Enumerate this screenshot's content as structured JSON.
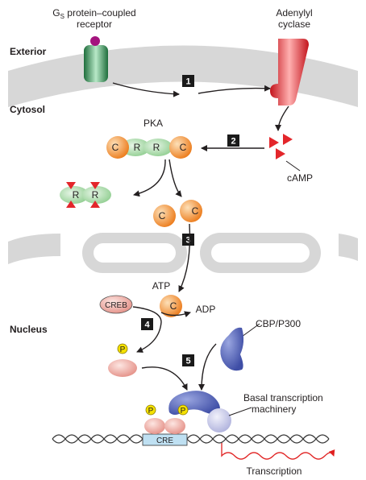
{
  "regions": {
    "exterior": "Exterior",
    "cytosol": "Cytosol",
    "nucleus": "Nucleus"
  },
  "receptor": {
    "prefix": "G",
    "subscript": "S",
    "suffix": " protein–coupled",
    "line2": "receptor"
  },
  "adenylyl_cyclase": {
    "line1": "Adenylyl",
    "line2": "cyclase"
  },
  "molecules": {
    "pka": "PKA",
    "camp": "cAMP",
    "atp": "ATP",
    "adp": "ADP",
    "creb": "CREB",
    "cbp": "CBP/P300",
    "cre": "CRE",
    "basal_line1": "Basal transcription",
    "basal_line2": "machinery",
    "transcription": "Transcription",
    "c": "C",
    "r": "R",
    "p": "P"
  },
  "steps": [
    "1",
    "2",
    "3",
    "4",
    "5"
  ],
  "colors": {
    "membrane": "#d7d7d7",
    "receptor": "#2e8b57",
    "ligand": "#a4137e",
    "cyclase": "#e01b24",
    "catalytic": "#f08a24",
    "regulatory": "#a8d8a8",
    "camp": "#e3262b",
    "creb": "#f2a9a0",
    "phosphate": "#f5e100",
    "cbp": "#5b6ab8",
    "basal": "#c7c9ea",
    "cre": "#bfe0f2",
    "transcript": "#e02020",
    "step_box": "#1a1a1a"
  }
}
